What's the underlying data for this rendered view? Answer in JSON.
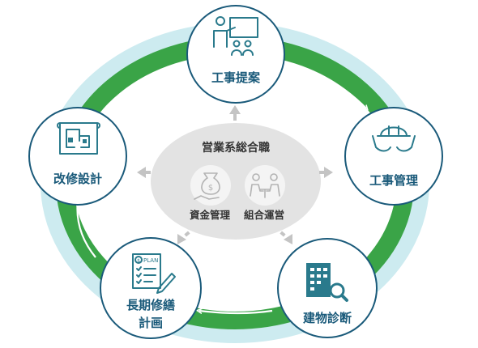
{
  "colors": {
    "ring_outer": "#cdebf0",
    "ring_green": "#3aa447",
    "ring_white_line": "#ffffff",
    "node_stroke": "#1a5a7a",
    "node_fill": "#ffffff",
    "label": "#1a5a7a",
    "icon": "#2a7a8c",
    "center_fill": "#e3e3e3",
    "center_arrow": "#c4c4c4"
  },
  "center": {
    "title": "営業系総合職",
    "items": [
      {
        "label": "資金管理",
        "icon": "money-bag-hand-icon"
      },
      {
        "label": "組合運営",
        "icon": "meeting-icon"
      }
    ]
  },
  "nodes": [
    {
      "id": "proposal",
      "label_lines": [
        "工事提案"
      ],
      "icon": "presentation-icon"
    },
    {
      "id": "management",
      "label_lines": [
        "工事管理"
      ],
      "icon": "hardhat-hands-icon"
    },
    {
      "id": "diagnosis",
      "label_lines": [
        "建物診断"
      ],
      "icon": "building-magnifier-icon"
    },
    {
      "id": "planning",
      "label_lines": [
        "長期修繕",
        "計画"
      ],
      "icon": "plan-checklist-icon"
    },
    {
      "id": "design",
      "label_lines": [
        "改修設計"
      ],
      "icon": "blueprint-icon"
    }
  ],
  "plan_tag": "PLAN"
}
